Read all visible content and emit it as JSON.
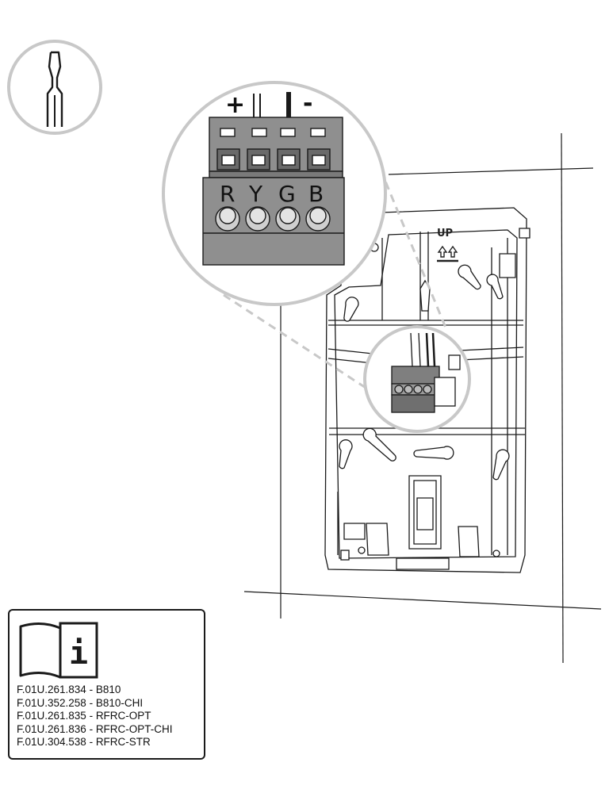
{
  "terminal": {
    "plus_label": "+",
    "minus_label": "-",
    "letters": [
      "R",
      "Y",
      "G",
      "B"
    ]
  },
  "plate": {
    "up_label": "UP"
  },
  "icons": {
    "tool": "flat-screwdriver-icon",
    "manual": "manual-info-icon",
    "info_glyph": "i"
  },
  "info_box": {
    "documents": [
      "F.01U.261.834 - B810",
      "F.01U.352.258 - B810-CHI",
      "F.01U.261.835 - RFRC-OPT",
      "F.01U.261.836 - RFRC-OPT-CHI",
      "F.01U.304.538 - RFRC-STR"
    ]
  },
  "colors": {
    "line": "#1a1a1a",
    "callout_circle": "#c8c8c8",
    "terminal_block": "#8f8f8f",
    "terminal_block_dark": "#6f6f6f"
  }
}
